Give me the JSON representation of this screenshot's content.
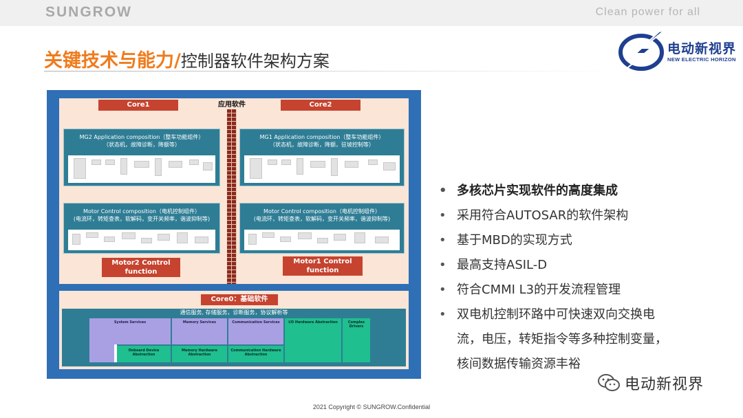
{
  "header": {
    "brand": "SUNGROW",
    "tagline": "Clean power for all",
    "logo_cn": "电动新视界",
    "logo_en": "NEW ELECTRIC HORIZON"
  },
  "title": {
    "main": "关键技术与能力",
    "separator": "/",
    "sub": "控制器软件架构方案"
  },
  "diagram": {
    "app_software": "应用软件",
    "core1": "Core1",
    "core2": "Core2",
    "mg2_title": "MG2 Application composition（整车功能组件）",
    "mg2_sub": "（状态机，故障诊断，降额等）",
    "mg1_title": "MG1 Application composition（整车功能组件）",
    "mg1_sub": "（状态机，故障诊断，降额，驻坡控制等）",
    "mc_left_title": "Motor Control composition（电机控制组件）",
    "mc_left_sub": "(电流环，转矩查表，软解码，变开关频率，谐波抑制等)",
    "mc_right_title": "Motor Control composition（电机控制组件）",
    "mc_right_sub": "(电流环，转矩查表，软解码，变开关频率，谐波抑制等)",
    "motor2_line1": "Motor2 Control",
    "motor2_line2": "function",
    "motor1_line1": "Motor1 Control",
    "motor1_line2": "function",
    "core0": "Core0：基础软件",
    "base_services": "通信服务, 存储服务，诊断服务，协议解析等",
    "bsw": {
      "system_services": "System Services",
      "memory_services": "Memory Services",
      "communication_services": "Communication Services",
      "io_abstraction": "I/O Hardware Abstraction",
      "complex_drivers": "Complex Drivers",
      "onboard_abstraction": "Onboard Device Abstraction",
      "memory_hw_abstraction": "Memory Hardware Abstraction",
      "comm_hw_abstraction": "Communication Hardware Abstraction"
    }
  },
  "bullets": [
    "多核芯片实现软件的高度集成",
    "采用符合AUTOSAR的软件架构",
    "基于MBD的实现方式",
    "最高支持ASIL-D",
    "符合CMMI L3的开发流程管理",
    "双电机控制环路中可快速双向交换电",
    "流，电压，转矩指令等多种控制变量，",
    "核间数据传输资源丰裕"
  ],
  "bullet_symbol": "•",
  "wechat": {
    "label": "电动新视界",
    "icon": "wechat-icon"
  },
  "footer": "2021 Copyright © SUNGROW.Confidential",
  "colors": {
    "accent_orange": "#f07b1c",
    "diagram_blue": "#2e6fb5",
    "core_red": "#c5432f",
    "teal": "#2f7d95",
    "peach": "#fbe5d6",
    "bsw_purple": "#a9a0e3",
    "bsw_green": "#1fbf8f",
    "logo_blue": "#1f3f8f"
  }
}
